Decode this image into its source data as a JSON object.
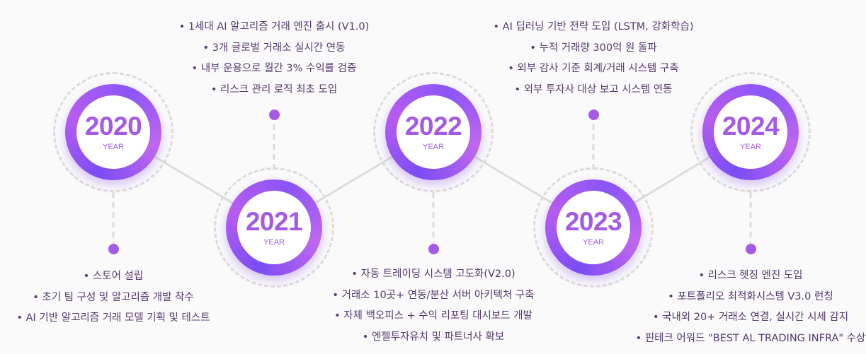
{
  "colors": {
    "accent": "#a35ae6",
    "text": "#553a6e",
    "line": "#dcdcdc"
  },
  "year_label": "YEAR",
  "milestones": [
    {
      "year": "2020",
      "items": [
        "• 스토어 설립",
        "• 초기 팀 구성 및 알고리즘 개발 착수",
        "• AI 기반 알고리즘 거래 모델 기획 및 테스트"
      ]
    },
    {
      "year": "2021",
      "items": [
        "• 1세대 AI 알고리즘 거래 엔진 출시 (V1.0)",
        "• 3개 글로벌 거래소 실시간 연동",
        "• 내부 운용으로 월간 3% 수익률 검증",
        "• 리스크 관리 로직 최초 도입"
      ]
    },
    {
      "year": "2022",
      "items": [
        "• 자동 트레이딩 시스템 고도화(V2.0)",
        "• 거래소 10곳+ 연동/분산 서버 아키텍처 구축",
        "• 자체 백오피스 + 수익 리포팅 대시보드 개발",
        "• 엔젤투자유치 및 파트너사 확보"
      ]
    },
    {
      "year": "2023",
      "items": [
        "• AI 딥러닝 기반 전략 도입 (LSTM, 강화학습)",
        "• 누적 거래량 300억 원 돌파",
        "• 외부 감사 기준 회계/거래 시스템 구축",
        "• 외부 투자사 대상 보고 시스템 연동"
      ]
    },
    {
      "year": "2024",
      "items": [
        "• 리스크 헷징 엔진 도입",
        "• 포트폴리오 최적화시스템 V3.0 런칭",
        "• 국내외 20+ 거래소 연결, 실시간 시세 감지",
        "• 핀테크 어워드 \"BEST AL TRADING INFRA\" 수상"
      ]
    }
  ]
}
